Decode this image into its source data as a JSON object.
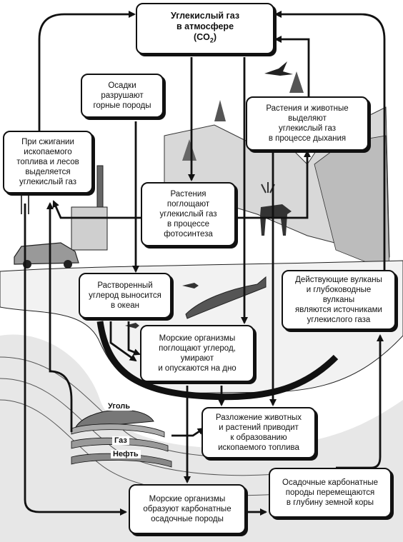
{
  "boxes": {
    "atmosphere": {
      "line1": "Углекислый газ",
      "line2": "в атмосфере",
      "line3": "(CO",
      "sub": "2",
      "line3b": ")"
    },
    "precipitation": {
      "line1": "Осадки",
      "line2": "разрушают",
      "line3": "горные породы"
    },
    "respiration": {
      "line1": "Растения и животные",
      "line2": "выделяют",
      "line3": "углекислый газ",
      "line4": "в процессе дыхания"
    },
    "combustion": {
      "line1": "При сжигании",
      "line2": "ископаемого",
      "line3": "топлива и лесов",
      "line4": "выделяется",
      "line5": "углекислый газ"
    },
    "photosynthesis": {
      "line1": "Растения",
      "line2": "поглощают",
      "line3": "углекислый газ",
      "line4": "в процессе",
      "line5": "фотосинтеза"
    },
    "dissolved": {
      "line1": "Растворенный",
      "line2": "углерод выносится",
      "line3": "в океан"
    },
    "volcanoes": {
      "line1": "Действующие вулканы",
      "line2": "и глубоководные",
      "line3": "вулканы",
      "line4": "являются источниками",
      "line5": "углекислого газа"
    },
    "marine_absorb": {
      "line1": "Морские организмы",
      "line2": "поглощают углерод,",
      "line3": "умирают",
      "line4": "и опускаются на дно"
    },
    "decomposition": {
      "line1": "Разложение животных",
      "line2": "и растений приводит",
      "line3": "к образованию",
      "line4": "ископаемого топлива"
    },
    "sedimentary_transport": {
      "line1": "Осадочные карбонатные",
      "line2": "породы перемещаются",
      "line3": "в глубину земной коры"
    },
    "marine_carbonate": {
      "line1": "Морские организмы",
      "line2": "образуют карбонатные",
      "line3": "осадочные породы"
    }
  },
  "labels": {
    "coal": "Уголь",
    "gas": "Газ",
    "oil": "Нефть"
  }
}
